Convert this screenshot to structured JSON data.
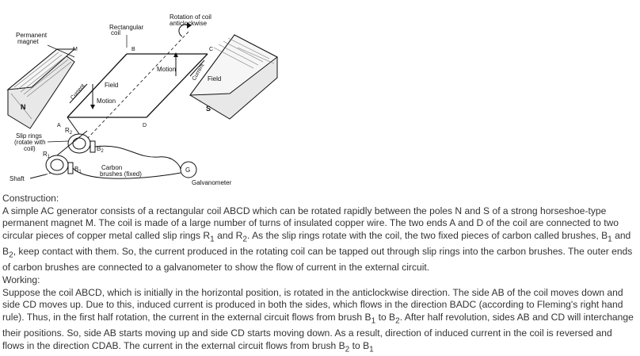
{
  "diagram": {
    "labels": {
      "rotation": "Rotation of coil",
      "rotation2": "anticlockwise",
      "rect_coil": "Rectangular",
      "rect_coil2": "coil",
      "perm_magnet": "Permanent",
      "perm_magnet2": "magnet",
      "M": "M",
      "B": "B",
      "C": "C",
      "A": "A",
      "D": "D",
      "N": "N",
      "S": "S",
      "motion_top": "Motion",
      "motion_left": "Motion",
      "field_left": "Field",
      "field_right": "Field",
      "current_left": "Current",
      "current_right": "Current",
      "slip_rings": "Slip rings",
      "slip_rings2": "(rotate with",
      "slip_rings3": "coil)",
      "R1": "R",
      "R1_sub": "1",
      "R2": "R",
      "R2_sub": "2",
      "B1": "B",
      "B1_sub": "1",
      "B2": "B",
      "B2_sub": "2",
      "carbon": "Carbon",
      "carbon2": "brushes (fixed)",
      "shaft": "Shaft",
      "G": "G",
      "galvanometer": "Galvanometer"
    }
  },
  "text": {
    "construction_heading": "Construction:",
    "construction_p1": "A simple AC generator consists of a rectangular coil ABCD which can be rotated rapidly between the poles N and S of a strong horseshoe-type permanent magnet M. The coil is made of a large number of turns of insulated copper wire. The two ends A and D of the coil are connected to two circular pieces of copper metal called slip rings ",
    "r1": "R",
    "r1s": "1",
    "and1": " and ",
    "r2": "R",
    "r2s": "2",
    "construction_p2": ". As the slip rings rotate with the coil, the two fixed pieces of carbon called brushes, ",
    "b1": "B",
    "b1s": "1",
    "and2": " and ",
    "b2": "B",
    "b2s": "2",
    "construction_p3": ", keep contact with them. So, the current produced in the rotating coil can be tapped out through slip rings into the carbon brushes. The outer ends of carbon brushes are connected to a galvanometer to show the flow of current in the external circuit.",
    "working_heading": "Working:",
    "working_p1": "Suppose the coil ABCD, which is initially in the horizontal position, is rotated in the anticlockwise direction. The side AB of the coil moves down and side CD moves up. Due to this, induced current is produced in both the sides, which flows in the direction BADC (according to Fleming's right hand rule). Thus, in the first half rotation, the current in the external circuit flows from brush ",
    "w_b1": "B",
    "w_b1s": "1",
    "w_to1": " to ",
    "w_b2": "B",
    "w_b2s": "2",
    "working_p2": ". After half revolution, sides AB and CD will interchange their positions. So, side AB starts moving up and side CD starts moving down. As a result, direction of induced current in the coil is reversed and flows in the direction CDAB. The current in the external circuit flows from brush ",
    "w_b3": "B",
    "w_b3s": "2",
    "w_to2": " to ",
    "w_b4": "B",
    "w_b4s": "1"
  }
}
